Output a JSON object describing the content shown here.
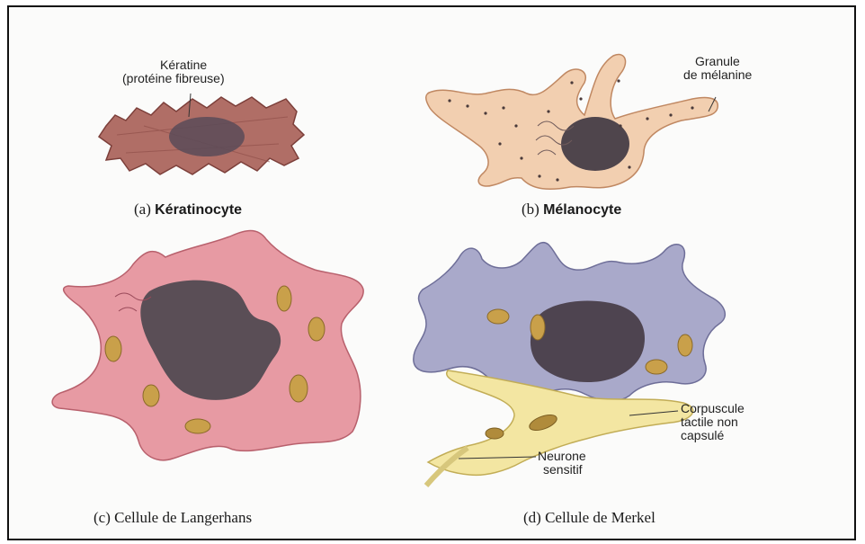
{
  "panels": [
    {
      "letter": "(a)",
      "title": "Kératinocyte",
      "labels": [
        "Kératine",
        "(protéine fibreuse)"
      ]
    },
    {
      "letter": "(b)",
      "title": "Mélanocyte",
      "labels": [
        "Granule",
        "de mélanine"
      ]
    },
    {
      "letter": "(c)",
      "title": "Cellule de Langerhans",
      "labels": []
    },
    {
      "letter": "(d)",
      "title": "Cellule de Merkel",
      "labels": [
        "Corpuscule",
        "tactile non",
        "capsulé",
        "Neurone",
        "sensitif"
      ]
    }
  ],
  "colors": {
    "keratinocyte": "#a8645c",
    "melanocyte": "#f0c9a8",
    "langerhans": "#e0909a",
    "merkel": "#a9a9c9",
    "neuron": "#f3e6a2",
    "nucleus": "#4a3f45"
  }
}
